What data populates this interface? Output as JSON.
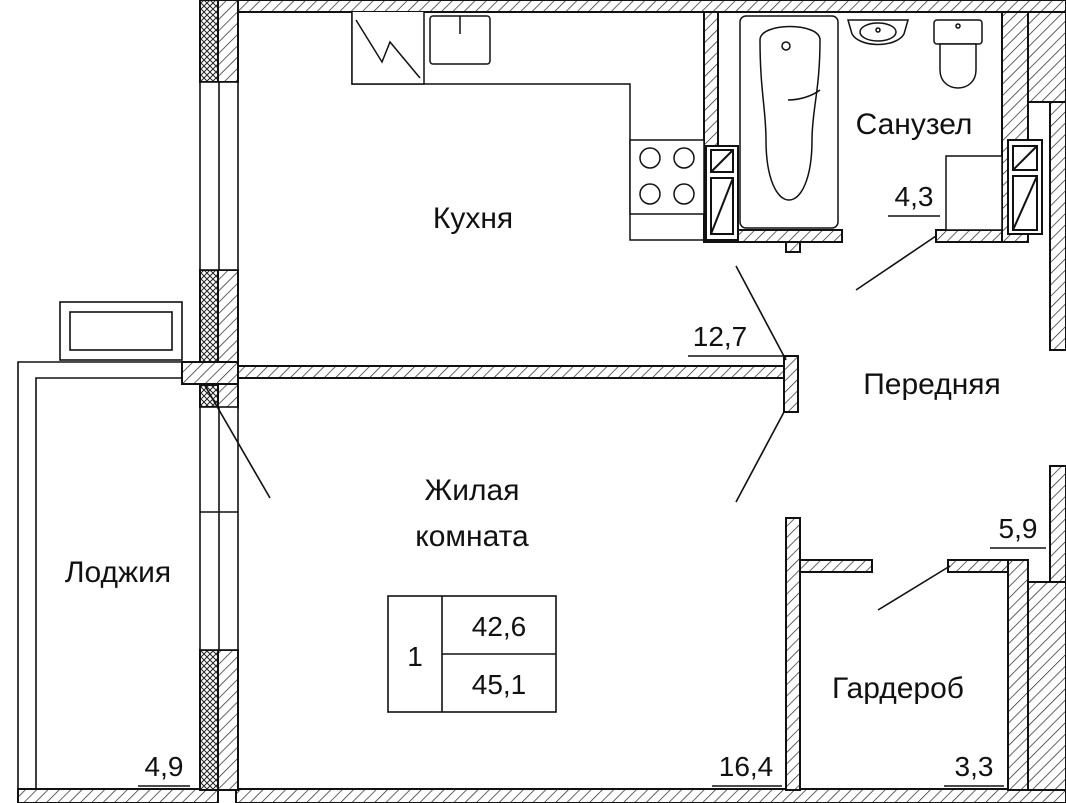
{
  "rooms": {
    "kitchen": {
      "name": "Кухня",
      "area": "12,7"
    },
    "bathroom": {
      "name": "Санузел",
      "area": "4,3"
    },
    "hallway": {
      "name": "Передняя",
      "area": "5,9"
    },
    "living": {
      "name_line1": "Жилая",
      "name_line2": "комната",
      "area": "16,4"
    },
    "loggia": {
      "name": "Лоджия",
      "area": "4,9"
    },
    "wardrobe": {
      "name": "Гардероб",
      "area": "3,3"
    }
  },
  "summary": {
    "room_count": "1",
    "living_area": "42,6",
    "total_area": "45,1"
  },
  "colors": {
    "line": "#111111",
    "hatch": "#222222",
    "background": "#ffffff"
  }
}
